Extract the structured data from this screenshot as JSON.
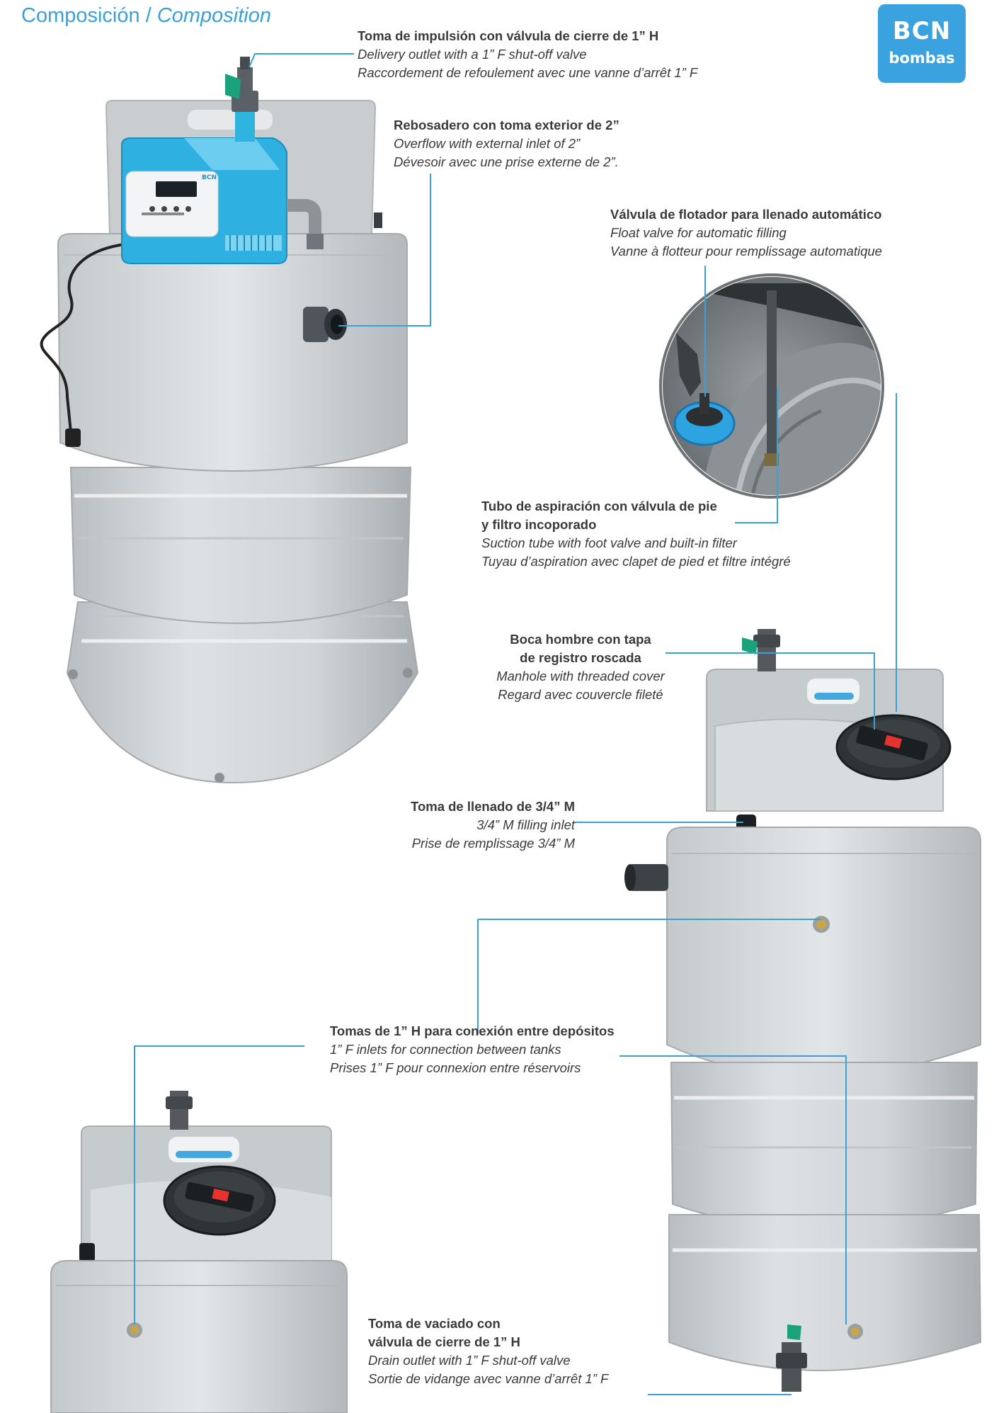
{
  "header": {
    "title_es": "Composición",
    "separator": " / ",
    "title_en": "Composition"
  },
  "logo": {
    "line1": "BCN",
    "line2": "bombas"
  },
  "labels": {
    "delivery": {
      "es": "Toma de impulsión con válvula de cierre de 1” H",
      "en": "Delivery outlet with a 1” F shut-off valve",
      "fr": "Raccordement de refoulement avec une vanne d’arrêt 1” F"
    },
    "overflow": {
      "es": "Rebosadero con toma exterior de 2”",
      "en": "Overflow with external inlet of 2”",
      "fr": "Dévesoir avec une prise externe de 2”."
    },
    "float": {
      "es": "Válvula de flotador para llenado automático",
      "en": "Float valve for automatic filling",
      "fr": "Vanne à flotteur pour remplissage automatique"
    },
    "suction": {
      "es1": "Tubo de aspiración con válvula de pie",
      "es2": "y filtro incoporado",
      "en": "Suction tube with foot valve and built-in filter",
      "fr": "Tuyau d’aspiration avec clapet de pied et filtre intégré"
    },
    "manhole": {
      "es1": "Boca hombre con tapa",
      "es2": "de registro roscada",
      "en": "Manhole with threaded cover",
      "fr": "Regard avec couvercle fileté"
    },
    "filling": {
      "es": "Toma de llenado de 3/4” M",
      "en": "3/4” M filling inlet",
      "fr": "Prise de remplissage 3/4” M"
    },
    "inlets": {
      "es": "Tomas de 1” H para conexión entre depósitos",
      "en": "1” F inlets for connection between tanks",
      "fr": "Prises 1” F pour connexion entre réservoirs"
    },
    "drain": {
      "es1": "Toma de vaciado con",
      "es2": "válvula de cierre de 1” H",
      "en": "Drain outlet with 1” F shut-off valve",
      "fr": "Sortie de vidange avec vanne d’arrêt 1” F"
    }
  },
  "pump_panel": {
    "brand": "BCN"
  },
  "colors": {
    "accent": "#3aa0d8",
    "tank": "#d3d7da",
    "pump": "#2aaad8",
    "valve": "#1aa37a",
    "handle": "#e8322f"
  }
}
